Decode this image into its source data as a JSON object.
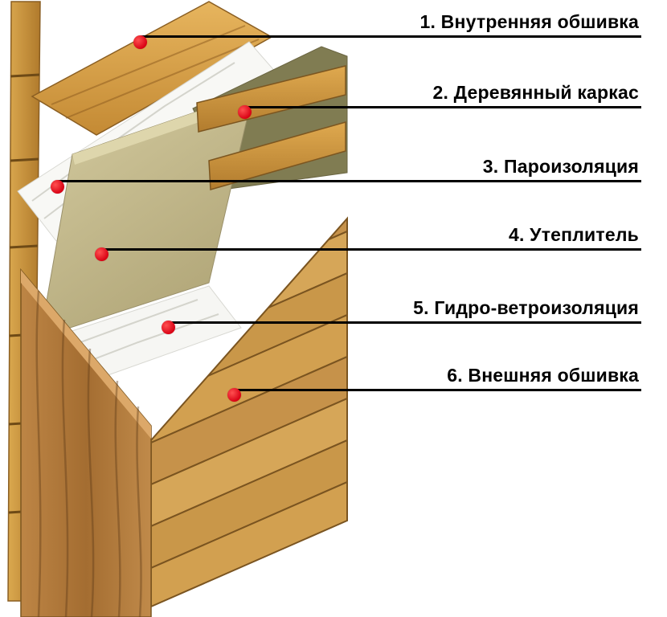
{
  "diagram": {
    "background_color": "#ffffff",
    "dot_color": "#e31220",
    "line_color": "#000000",
    "callouts": [
      {
        "text": "1. Внутренняя обшивка",
        "layer": "interior-cladding"
      },
      {
        "text": "2. Деревянный каркас",
        "layer": "wood-frame"
      },
      {
        "text": "3. Пароизоляция",
        "layer": "vapor-barrier"
      },
      {
        "text": "4. Утеплитель",
        "layer": "insulation"
      },
      {
        "text": "5. Гидро-ветроизоляция",
        "layer": "hydro-wind-barrier"
      },
      {
        "text": "6. Внешняя обшивка",
        "layer": "exterior-cladding"
      }
    ],
    "palette": {
      "wood_light": "#d9a44f",
      "wood_dark": "#9a6830",
      "insulation_beige": "#c9c094",
      "frame_infill_olive": "#807c52",
      "membrane_white": "#f7f7f4"
    }
  }
}
